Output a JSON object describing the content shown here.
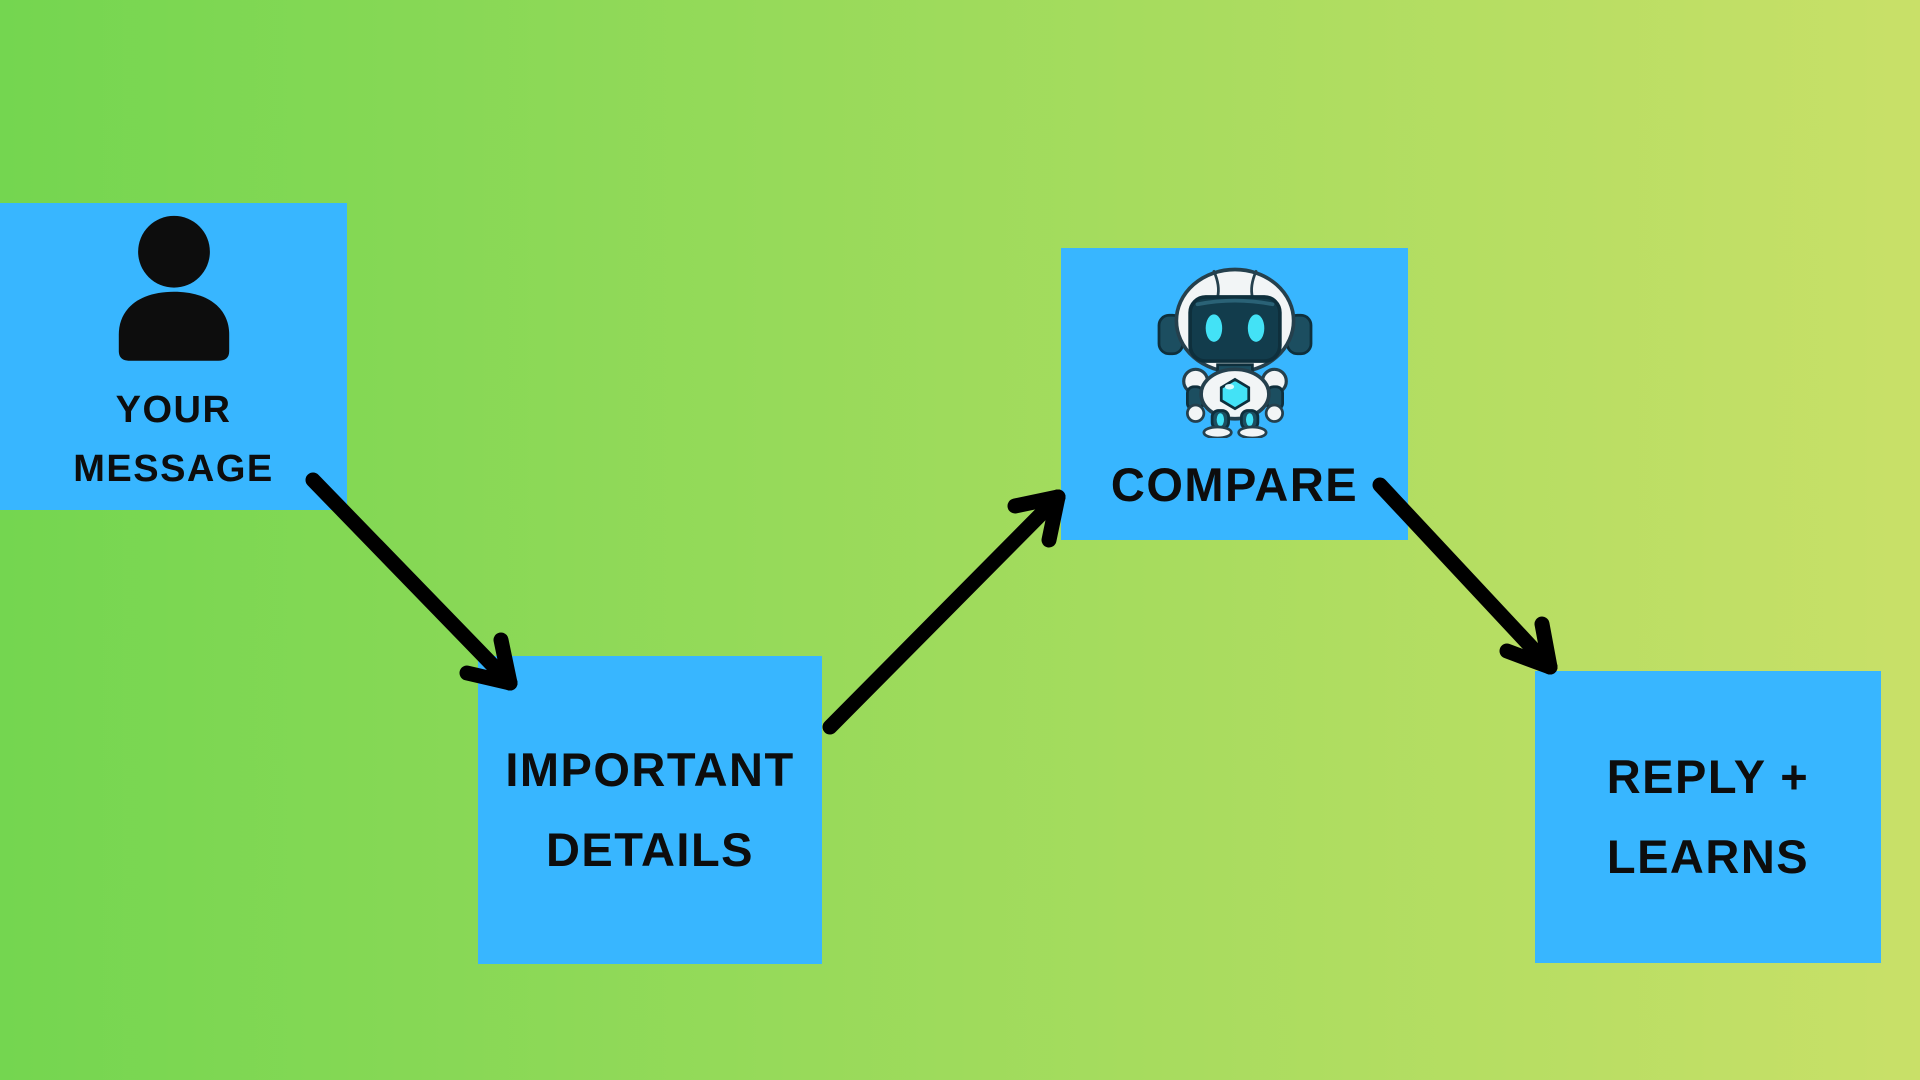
{
  "colors": {
    "background_left": "#74d650",
    "background_right": "#c9e068",
    "box": "#38b6ff",
    "text": "#0d0d0d",
    "arrow": "#000000",
    "robot_dark_teal": "#1c4e60",
    "robot_visor": "#123c4c",
    "robot_cyan": "#43e2f6",
    "robot_white": "#f2f5f6"
  },
  "steps": [
    {
      "name": "your-message",
      "icon": "user-icon",
      "lines": [
        "YOUR",
        "MESSAGE"
      ]
    },
    {
      "name": "important-details",
      "icon": "",
      "lines": [
        "IMPORTANT",
        "DETAILS"
      ]
    },
    {
      "name": "compare",
      "icon": "robot-icon",
      "lines": [
        "COMPARE"
      ]
    },
    {
      "name": "reply-learns",
      "icon": "",
      "lines": [
        "REPLY +",
        "LEARNS"
      ]
    }
  ],
  "arrows": [
    {
      "from": "your-message",
      "to": "important-details"
    },
    {
      "from": "important-details",
      "to": "compare"
    },
    {
      "from": "compare",
      "to": "reply-learns"
    }
  ]
}
